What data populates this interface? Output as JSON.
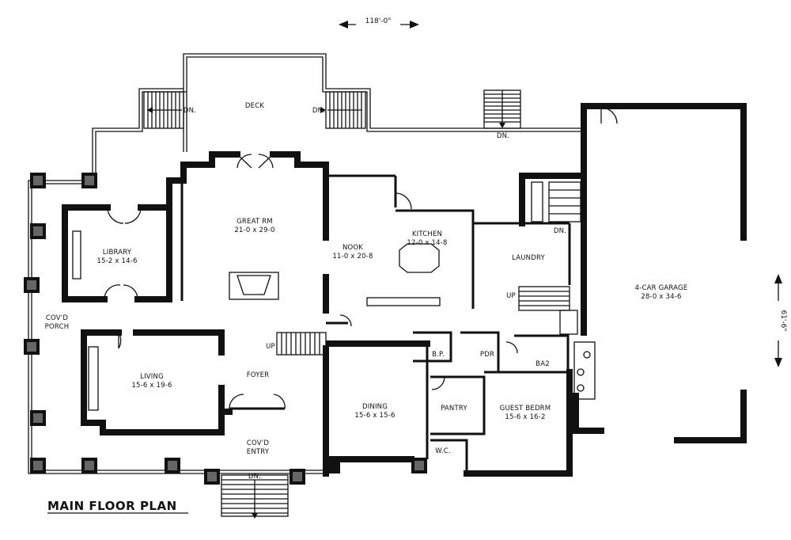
{
  "plan_title": "MAIN FLOOR PLAN",
  "dimensions": {
    "width": "118'-0\"",
    "depth": "61'-6\""
  },
  "rooms": {
    "deck": {
      "name": "DECK"
    },
    "great_room": {
      "name": "GREAT RM",
      "size": "21-0 x 29-0"
    },
    "library": {
      "name": "LIBRARY",
      "size": "15-2 x 14-6"
    },
    "nook": {
      "name": "NOOK",
      "size": "11-0 x 20-8"
    },
    "kitchen": {
      "name": "KITCHEN",
      "size": "12-0 x 14-8"
    },
    "laundry": {
      "name": "LAUNDRY"
    },
    "garage": {
      "name": "4-CAR GARAGE",
      "size": "28-0 x 34-6"
    },
    "porch": {
      "name": "COV'D",
      "name2": "PORCH"
    },
    "living": {
      "name": "LIVING",
      "size": "15-6 x 19-6"
    },
    "foyer": {
      "name": "FOYER"
    },
    "entry": {
      "name": "COV'D",
      "name2": "ENTRY"
    },
    "dining": {
      "name": "DINING",
      "size": "15-6 x 15-6"
    },
    "pantry": {
      "name": "PANTRY"
    },
    "guest": {
      "name": "GUEST BEDRM",
      "size": "15-6 x 16-2"
    },
    "ba2": {
      "name": "BA2"
    },
    "pdr": {
      "name": "PDR"
    },
    "bp": {
      "name": "B.P."
    },
    "wic": {
      "name": "W.C."
    }
  },
  "stair_labels": {
    "deck_left_dn": "DN.",
    "deck_right_dn": "DN.",
    "rear_dn": "DN.",
    "front_dn": "DN.",
    "foyer_up": "UP",
    "laundry_up": "UP",
    "garage_dn": "DN."
  }
}
